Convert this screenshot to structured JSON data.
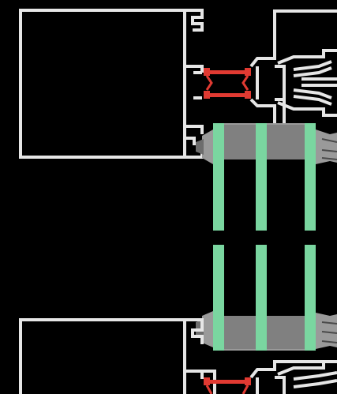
{
  "diagram": {
    "type": "window-frame-cross-section",
    "colors": {
      "background": "#000000",
      "profile": "#e6e6e6",
      "thermal_break": "#e13a32",
      "glass": "#7ad6a0",
      "spacer": "#808080",
      "gasket": "#9a9a9a"
    },
    "parts": [
      {
        "id": "upper-frame-profile",
        "kind": "aluminium-profile"
      },
      {
        "id": "lower-frame-profile",
        "kind": "aluminium-profile"
      },
      {
        "id": "upper-thermal-break",
        "kind": "polyamide-strip"
      },
      {
        "id": "lower-thermal-break",
        "kind": "polyamide-strip"
      },
      {
        "id": "triple-glazing-unit",
        "kind": "glass",
        "panes": 3
      },
      {
        "id": "sash-profile",
        "kind": "aluminium-profile"
      }
    ]
  }
}
